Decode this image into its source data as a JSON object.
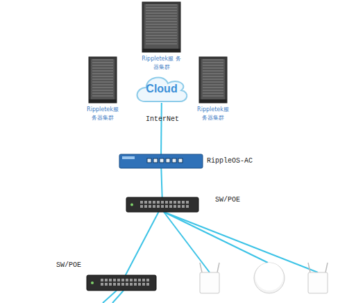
{
  "diagram": {
    "nodes": [
      {
        "text": [
          "Rippletek服 务器集群"
        ]
      },
      {
        "text": [
          "Rippletek服 务器集群"
        ]
      },
      {
        "text": [
          "Rippletek服 务器集群"
        ]
      },
      {
        "text": [
          "Cloud",
          "InterNet"
        ]
      },
      {
        "text": [
          "RippleOS-AC"
        ]
      },
      {
        "text": [
          "SW/POE"
        ]
      },
      {
        "text": [
          "SW/POE"
        ]
      }
    ],
    "edges": [
      {
        "from": 3,
        "to": 4,
        "arrow": "none"
      },
      {
        "from": 4,
        "to": 5,
        "arrow": "none"
      },
      {
        "from": 5,
        "to": 6,
        "arrow": "none"
      }
    ]
  }
}
